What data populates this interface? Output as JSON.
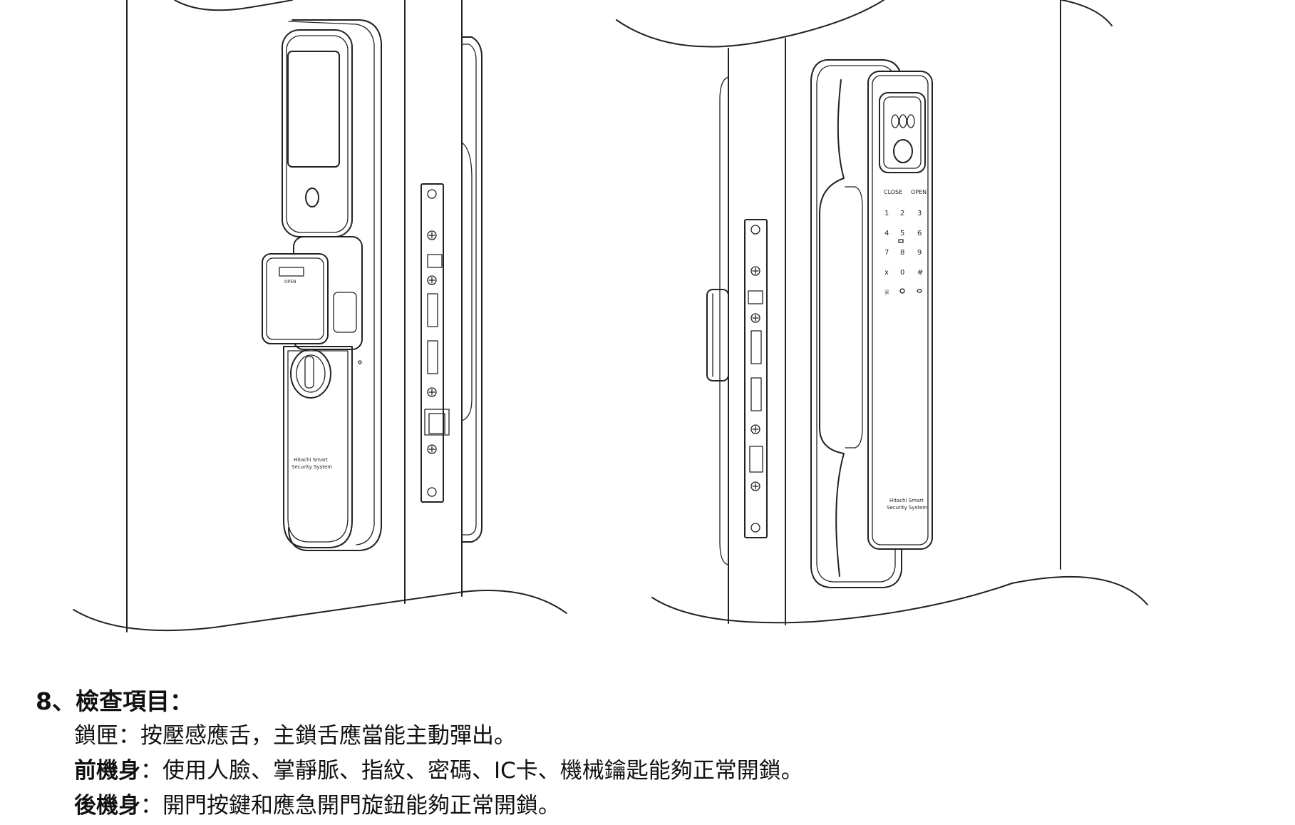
{
  "illustration": {
    "left_lock": {
      "thumbturn_label": "OPEN",
      "brand_line1": "Hitachi Smart",
      "brand_line2": "Security System"
    },
    "right_lock": {
      "key_close": "CLOSE",
      "key_open": "OPEN",
      "keypad": [
        "1",
        "2",
        "3",
        "4",
        "5",
        "6",
        "7",
        "8",
        "9",
        "x",
        "0",
        "#"
      ],
      "brand_line1": "Hitachi Smart",
      "brand_line2": "Security System"
    }
  },
  "section": {
    "heading": "8、檢查項目：",
    "items": [
      {
        "label": "鎖匣",
        "sep": "：",
        "text": "按壓感應舌，主鎖舌應當能主動彈出。"
      },
      {
        "label": "前機身",
        "sep": "：",
        "text": "使用人臉、掌靜脈、指紋、密碼、IC卡、機械鑰匙能夠正常開鎖。"
      },
      {
        "label": "後機身",
        "sep": "：",
        "text": "開門按鍵和應急開門旋鈕能夠正常開鎖。"
      }
    ]
  }
}
